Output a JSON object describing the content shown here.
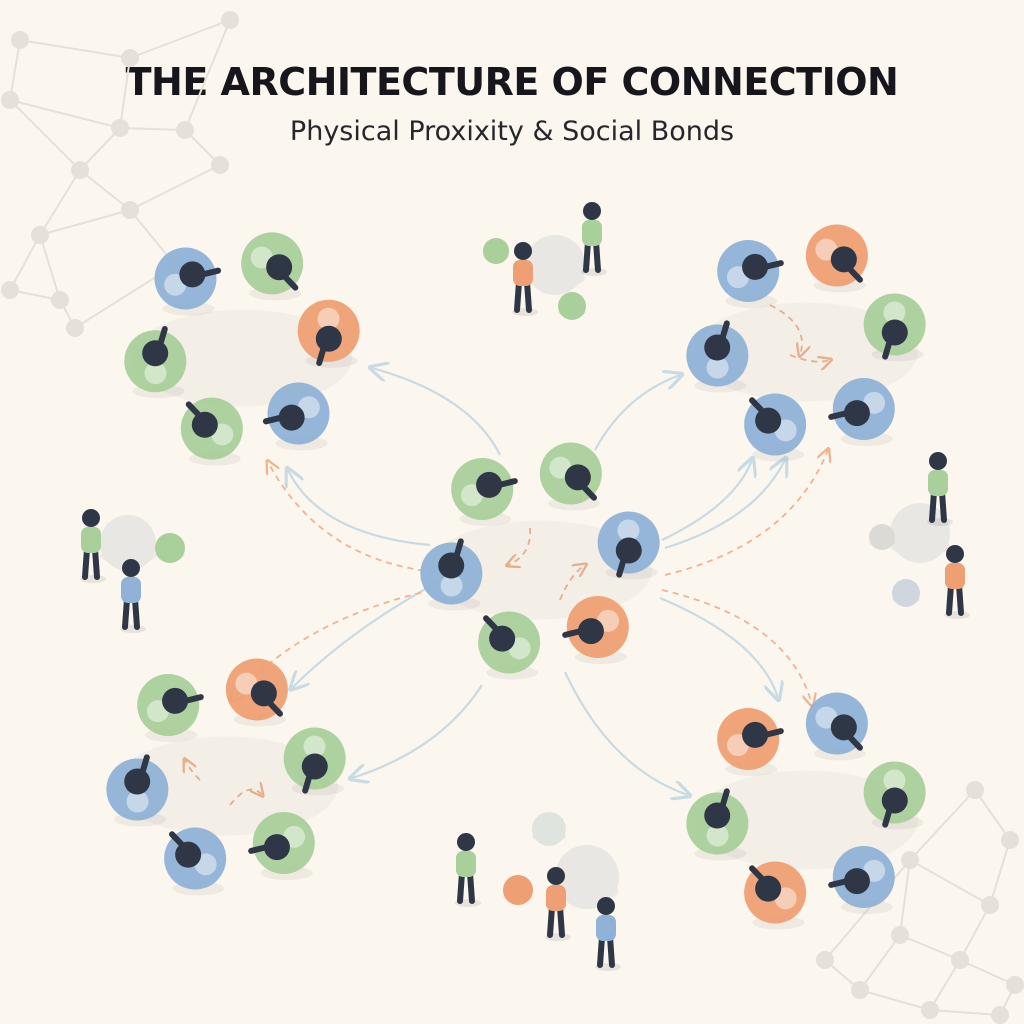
{
  "header": {
    "title": "THE ARCHITECTURE OF CONNECTION",
    "subtitle": "Physical Proxixity & Social Bonds"
  },
  "palette": {
    "background": "#fbf6ee",
    "blue": "#8fb2d6",
    "green": "#a9cf9a",
    "orange": "#ee9f73",
    "neutral": "#e9e7e3",
    "figure_dark": "#2f3646",
    "solid_arrow": "#c8dbe4",
    "dashed_arrow": "#efb48f",
    "network": "#e6e1d8"
  },
  "diagram": {
    "hub": {
      "name": "central-circle",
      "members": 6
    },
    "circles": [
      {
        "name": "top-left-circle",
        "members": 6
      },
      {
        "name": "top-right-circle",
        "members": 6
      },
      {
        "name": "bottom-left-circle",
        "members": 6
      },
      {
        "name": "bottom-right-circle",
        "members": 6
      }
    ],
    "small_groups": [
      {
        "name": "top-small-group",
        "people": 2
      },
      {
        "name": "left-small-group",
        "people": 2
      },
      {
        "name": "right-small-group",
        "people": 2
      },
      {
        "name": "bottom-small-group",
        "people": 3
      }
    ]
  }
}
